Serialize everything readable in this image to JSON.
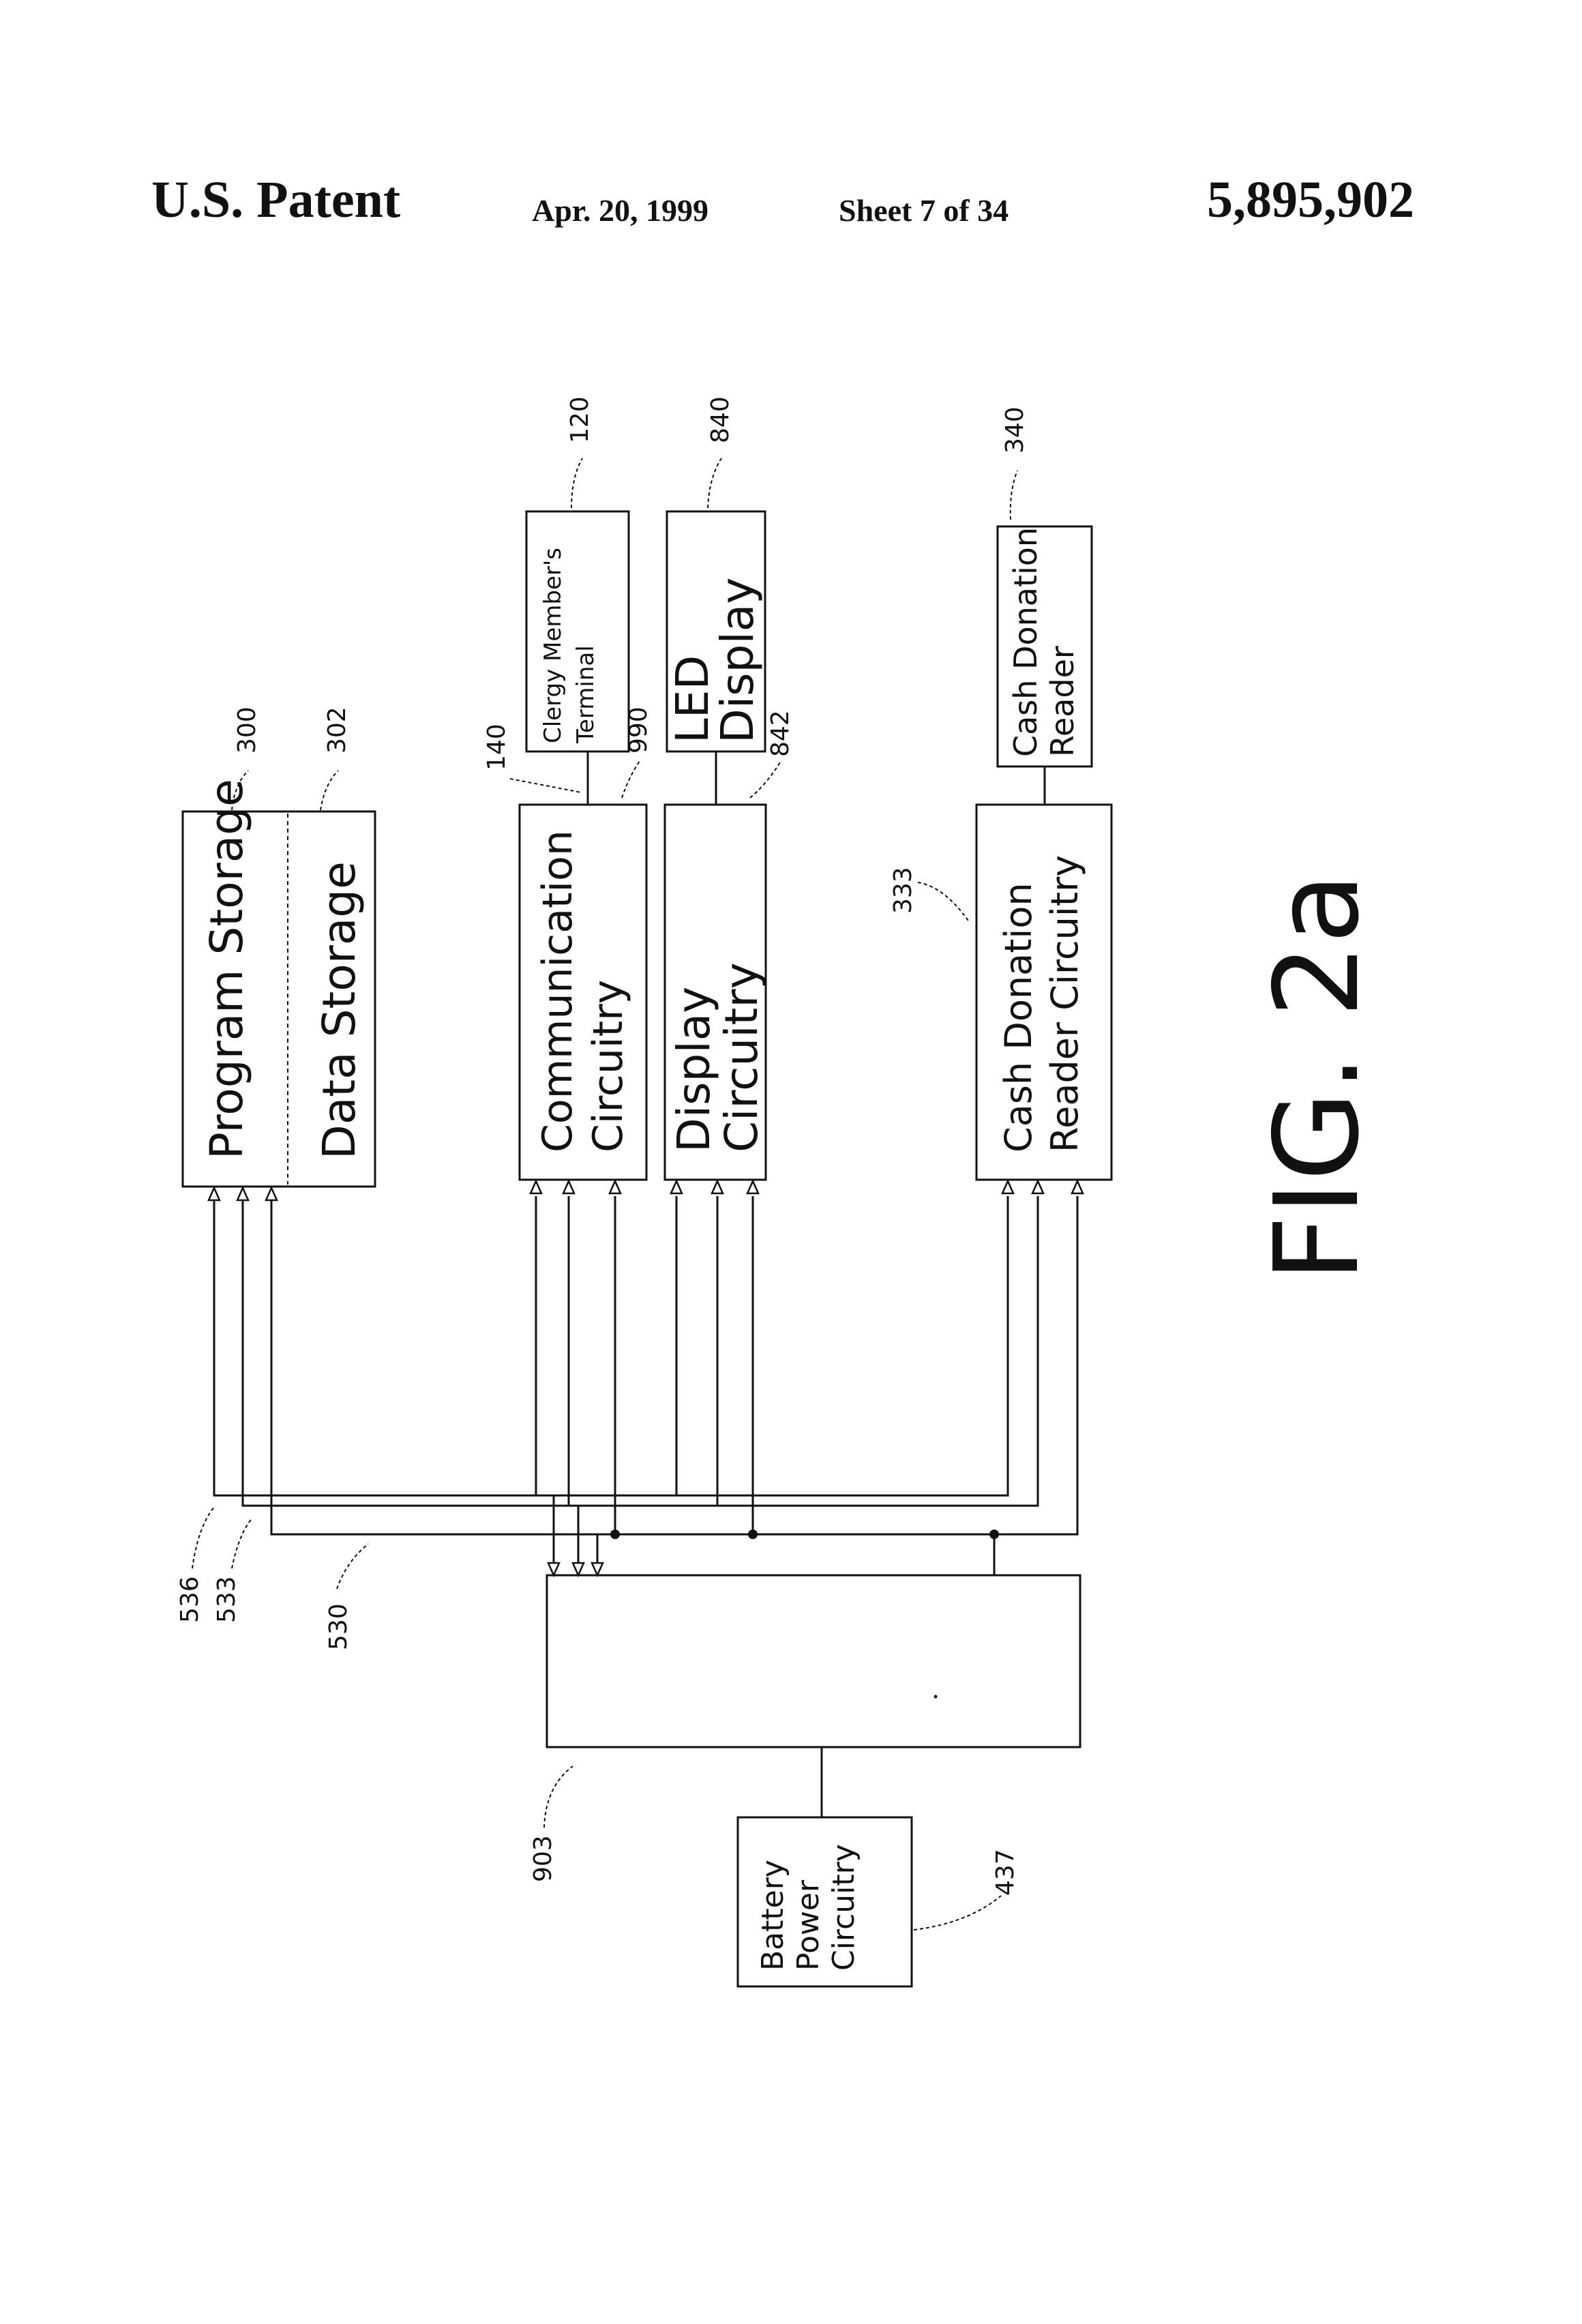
{
  "header": {
    "title": "U.S. Patent",
    "date": "Apr. 20, 1999",
    "sheet": "Sheet 7 of 34",
    "patent_number": "5,895,902"
  },
  "figure": {
    "caption": "FIG. 2a"
  },
  "blocks": {
    "program_storage": "Program Storage",
    "data_storage": "Data Storage",
    "comm_line1": "Communication",
    "comm_line2": "Circuitry",
    "clergy_line1": "Clergy Member's",
    "clergy_line2": "Terminal",
    "display_line1": "Display",
    "display_line2": "Circuitry",
    "led_line1": "LED",
    "led_line2": "Display",
    "cash_circ_line1": "Cash Donation",
    "cash_circ_line2": "Reader Circuitry",
    "cash_reader_line1": "Cash Donation",
    "cash_reader_line2": "Reader",
    "battery_line1": "Battery",
    "battery_line2": "Power",
    "battery_line3": "Circuitry"
  },
  "refs": {
    "r300": "300",
    "r302": "302",
    "r140": "140",
    "r990": "990",
    "r120": "120",
    "r840": "840",
    "r842": "842",
    "r333": "333",
    "r340": "340",
    "r536": "536",
    "r533": "533",
    "r530": "530",
    "r903": "903",
    "r437": "437"
  }
}
